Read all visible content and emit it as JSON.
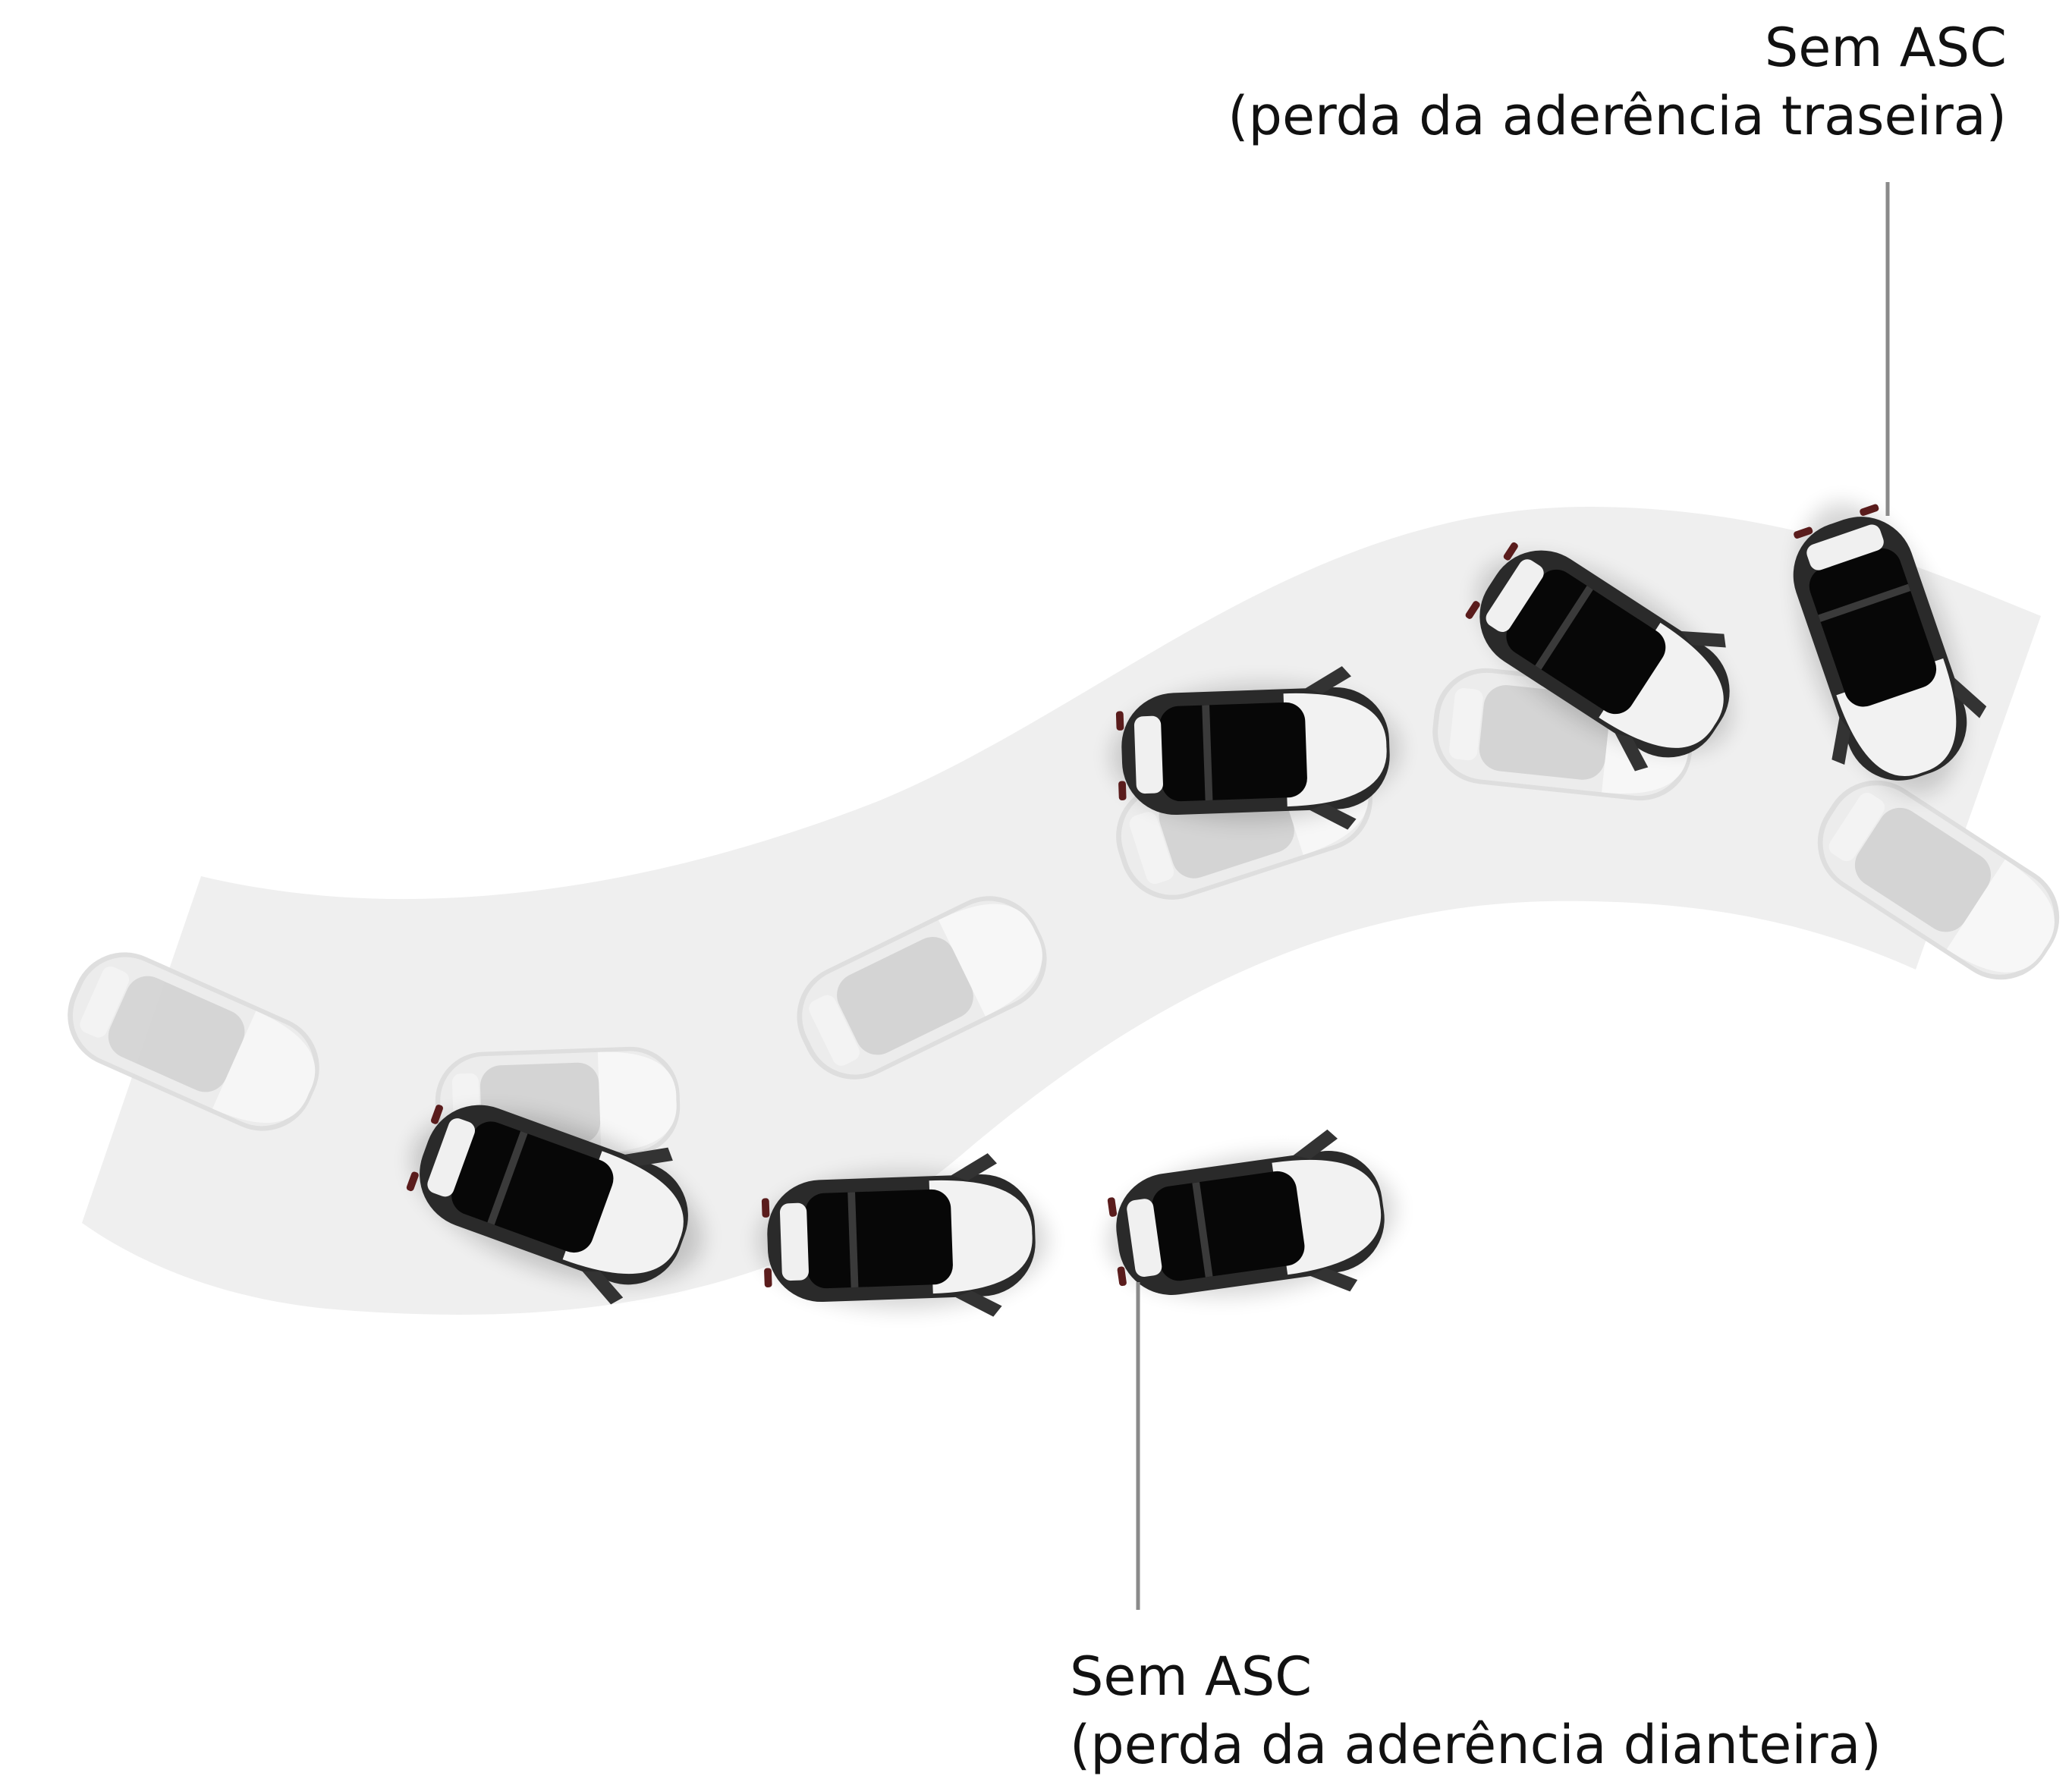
{
  "labels": {
    "top": {
      "line1": "Sem ASC",
      "line2": "(perda da aderência traseira)"
    },
    "bottom": {
      "line1": "Sem ASC",
      "line2": "(perda da aderência dianteira)"
    }
  },
  "colors": {
    "background": "#ffffff",
    "road": "#efefef",
    "text": "#111111",
    "leader_line": "#8a8a8a",
    "car_dark": "#2b2b2b",
    "car_light": "#f4f4f4",
    "car_ghost": "#e2e2e2",
    "cabin": "#0a0a0a"
  },
  "illustration": {
    "road": "curved road",
    "icons": [
      "car-icon"
    ]
  }
}
